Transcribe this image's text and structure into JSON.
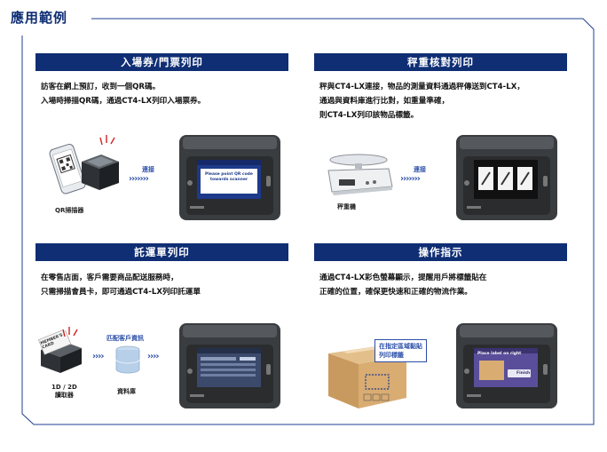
{
  "page": {
    "title": "應用範例"
  },
  "colors": {
    "navy": "#0f2e74",
    "accent_blue": "#2b4ea8",
    "frame": "#1f3f8f"
  },
  "sections": [
    {
      "header": "入場券/門票列印",
      "lines": [
        "訪客在網上預訂，收到一個QR碼。",
        "入場時掃描QR碼，通過CT4-LX列印入場票券。"
      ],
      "connector_label": "連接",
      "device_label": "QR掃描器",
      "screen_text": [
        "Please point QR code",
        "towards scanner"
      ]
    },
    {
      "header": "秤重核對列印",
      "lines": [
        "秤與CT4-LX連接，物品的測量資料通過秤傳送到CT4-LX，",
        "通過與資料庫進行比對，如重量準確，",
        "則CT4-LX列印該物品標籤。"
      ],
      "connector_label": "連接",
      "device_label": "秤重機"
    },
    {
      "header": "託運單列印",
      "lines": [
        "在零售店面，客戶需要商品配送服務時，",
        "只需掃描會員卡，即可通過CT4-LX列印託運單"
      ],
      "match_label": "匹配客戶資訊",
      "card_label": "MEMBER'S CARD",
      "reader_label_lines": [
        "1D / 2D",
        "讀取器"
      ],
      "db_label": "資料庫"
    },
    {
      "header": "操作指示",
      "lines": [
        "通過CT4-LX彩色螢幕顯示，提醒用戶將標籤貼在",
        "正確的位置，確保更快速和正確的物流作業。"
      ],
      "callout_lines": [
        "在指定區域黏貼",
        "列印標籤"
      ],
      "screen_text": "Place label on right",
      "screen_button": "Finish"
    }
  ]
}
